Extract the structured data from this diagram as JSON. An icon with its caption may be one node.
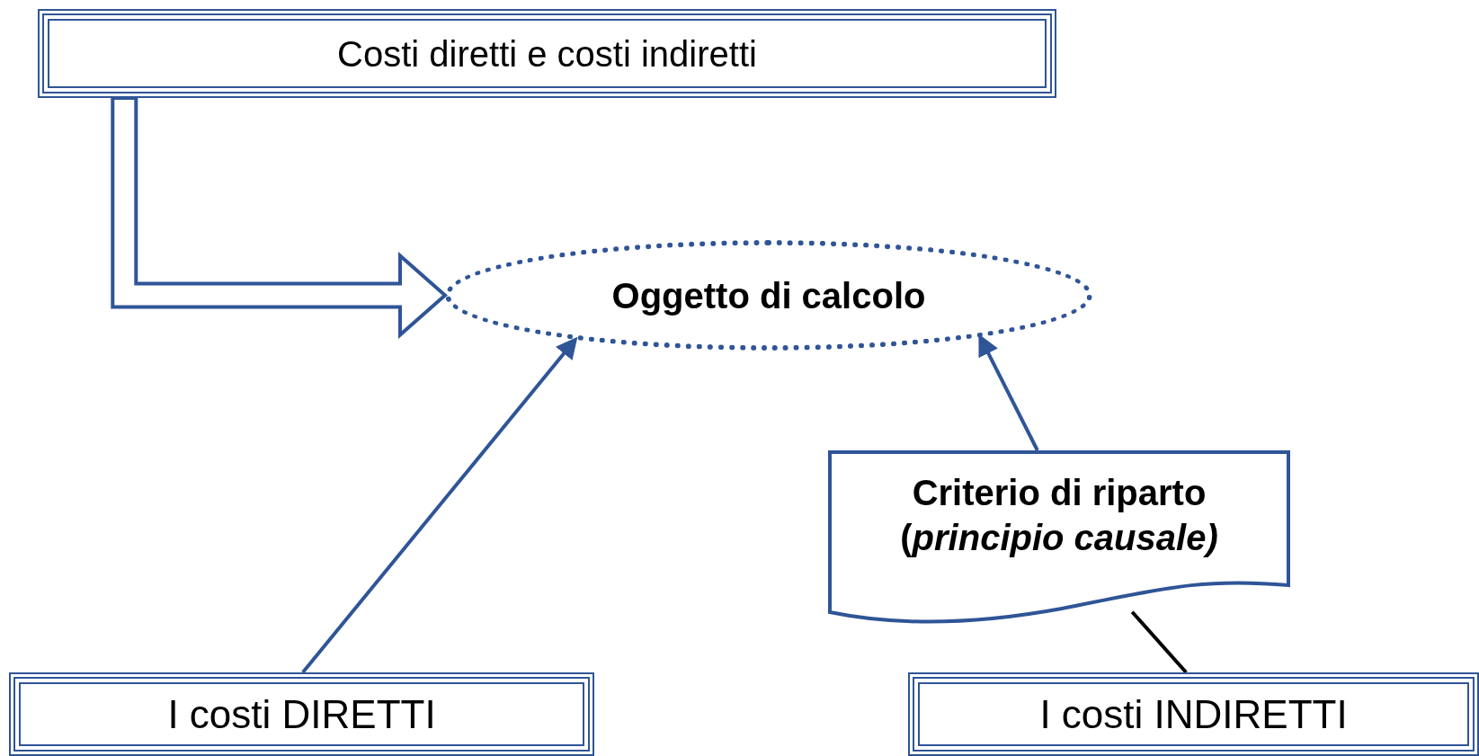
{
  "diagram": {
    "nodes": [
      {
        "text": [
          "Costi diretti e costi indiretti"
        ]
      },
      {
        "text": [
          "Oggetto di calcolo"
        ]
      },
      {
        "text": [
          "Criterio di riparto",
          "(*principio causale)*"
        ]
      },
      {
        "text": [
          "I costi DIRETTI"
        ]
      },
      {
        "text": [
          "I costi INDIRETTI"
        ]
      }
    ],
    "edges": [
      {
        "from": 0,
        "to": 1,
        "arrow": "to",
        "style": "thick"
      },
      {
        "from": 3,
        "to": 1,
        "arrow": "to"
      },
      {
        "from": 2,
        "to": 1,
        "arrow": "to"
      },
      {
        "from": 4,
        "to": 2,
        "arrow": "none",
        "color": "#000000"
      }
    ]
  }
}
